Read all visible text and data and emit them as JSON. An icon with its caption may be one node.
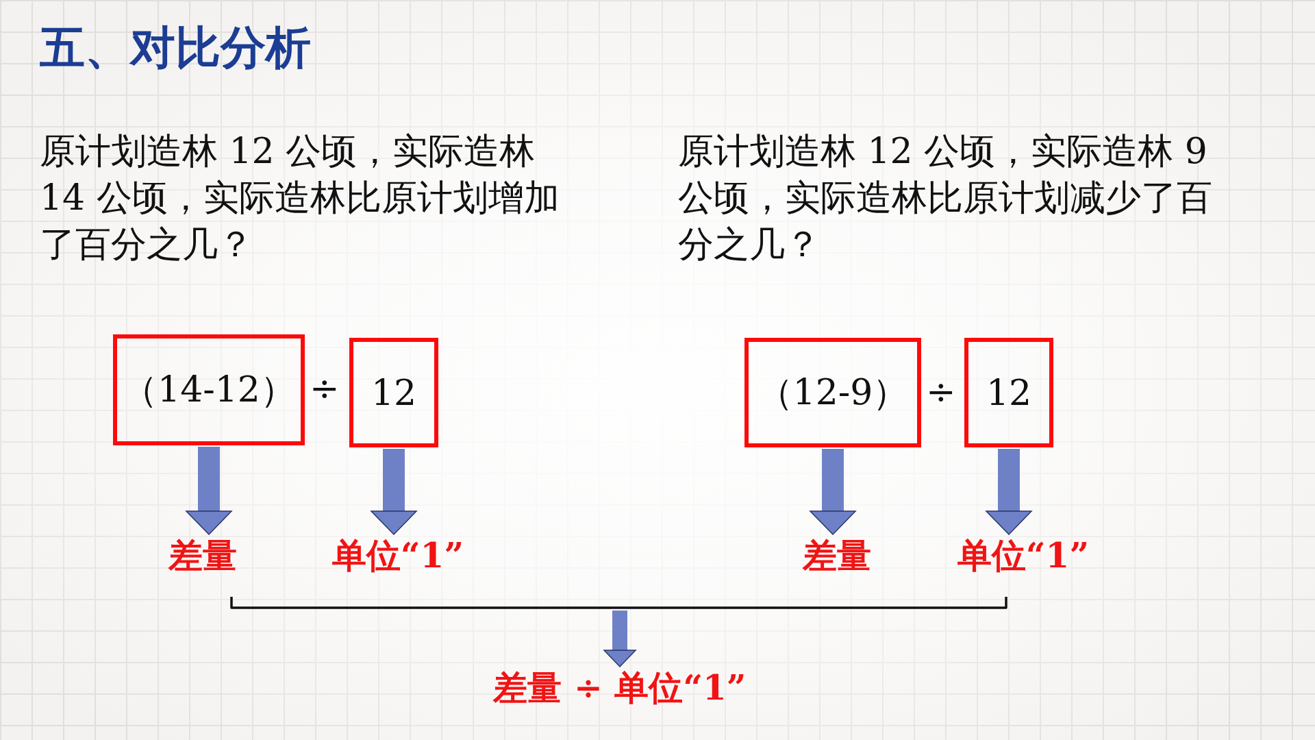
{
  "diagram": {
    "title": "五、对比分析",
    "nodes": [
      {
        "text": [
          "（14-12）"
        ]
      },
      {
        "text": [
          "12"
        ]
      },
      {
        "text": [
          "（12-9）"
        ]
      },
      {
        "text": [
          "12"
        ]
      },
      {
        "text": [
          "差量"
        ]
      },
      {
        "text": [
          "单位“1”"
        ]
      },
      {
        "text": [
          "差量"
        ]
      },
      {
        "text": [
          "单位“1”"
        ]
      },
      {
        "text": [
          "差量 ÷ 单位“1”"
        ]
      }
    ],
    "edges": [
      {
        "from": 0,
        "to": 4,
        "arrow": "to"
      },
      {
        "from": 1,
        "to": 5,
        "arrow": "to"
      },
      {
        "from": 2,
        "to": 6,
        "arrow": "to"
      },
      {
        "from": 3,
        "to": 7,
        "arrow": "to"
      },
      {
        "from": null,
        "to": 8,
        "arrow": "to"
      }
    ],
    "labels": [
      "原计划造林 12 公顷，实际造林 14 公顷，实际造林比原计划增加了百分之几？",
      "原计划造林 12 公顷，实际造林 9 公顷，实际造林比原计划减少了百分之几？",
      "÷",
      "÷"
    ]
  }
}
